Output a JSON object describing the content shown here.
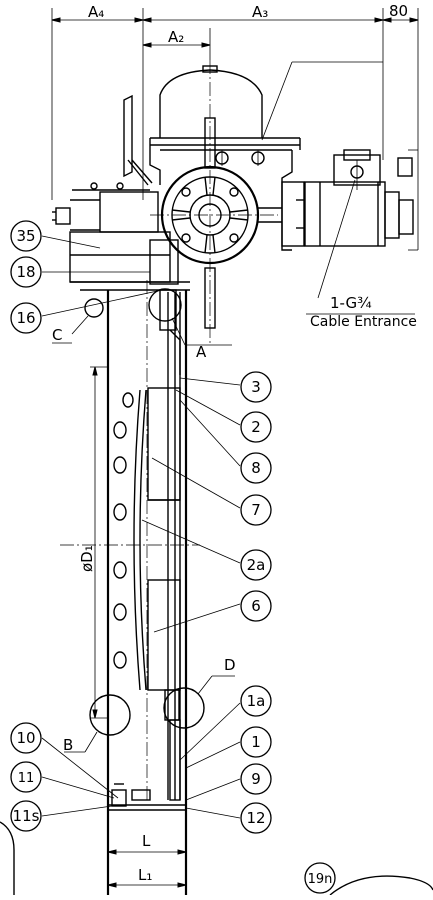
{
  "dimensions": {
    "a4": "A₄",
    "a3": "A₃",
    "a2": "A₂",
    "eighty": "80",
    "d1": "øD₁",
    "l": "L",
    "l1": "L₁"
  },
  "cable": {
    "size": "1-G¾",
    "label": "Cable Entrance"
  },
  "details": [
    "A",
    "B",
    "C",
    "D"
  ],
  "part_numbers": [
    "35",
    "18",
    "16",
    "3",
    "2",
    "8",
    "7",
    "2a",
    "6",
    "1a",
    "1",
    "9",
    "10",
    "11",
    "11s",
    "12",
    "19n"
  ]
}
